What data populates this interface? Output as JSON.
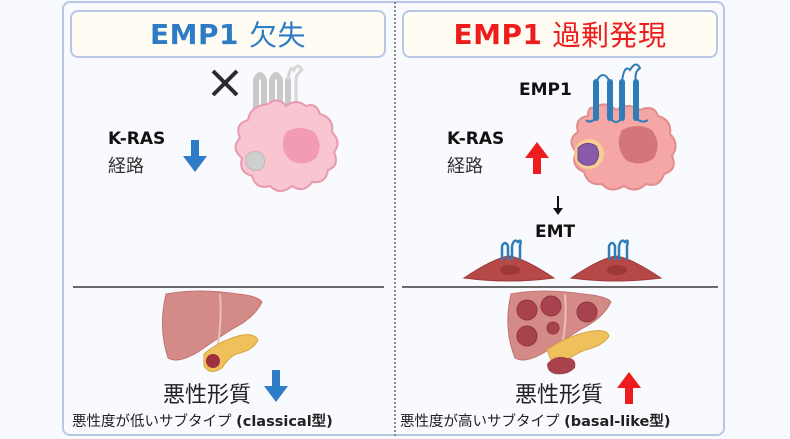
{
  "left_panel": {
    "title_gene": "EMP1",
    "title_state": "欠失",
    "title_color": "#2e7bc6",
    "absent_mark": "×",
    "pathway_line1": "K-RAS",
    "pathway_line2": "経路",
    "pathway_arrow": "down",
    "arrow_color": "#2e7bc6",
    "malignancy_label": "悪性形質",
    "malignancy_arrow": "down",
    "subtype_text": "悪性度が低いサブタイプ",
    "subtype_name": "(classical型)"
  },
  "right_panel": {
    "title_gene": "EMP1",
    "title_state": "過剰発現",
    "title_color": "#ee1c1c",
    "protein_label": "EMP1",
    "pathway_line1": "K-RAS",
    "pathway_line2": "経路",
    "pathway_arrow": "up",
    "arrow_color": "#ee1c1c",
    "emt_label": "EMT",
    "malignancy_label": "悪性形質",
    "malignancy_arrow": "up",
    "subtype_text": "悪性度が高いサブタイプ",
    "subtype_name": "(basal-like型)"
  }
}
